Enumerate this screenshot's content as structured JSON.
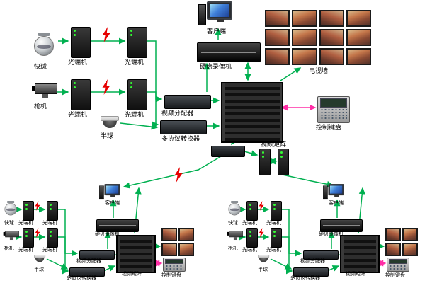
{
  "diagram": {
    "labels": {
      "speed_dome": "快球",
      "box_camera": "枪机",
      "half_dome": "半球",
      "optical_transceiver": "光端机",
      "client": "客户端",
      "dvr": "硬盘录像机",
      "tv_wall": "电视墙",
      "video_distributor": "视频分配器",
      "protocol_converter": "多协议转换器",
      "video_matrix": "视频矩阵",
      "control_keyboard": "控制键盘"
    },
    "colors": {
      "arrow_green": "#00b050",
      "arrow_pink": "#ff2ea6",
      "lightning_red": "#e60000"
    }
  }
}
